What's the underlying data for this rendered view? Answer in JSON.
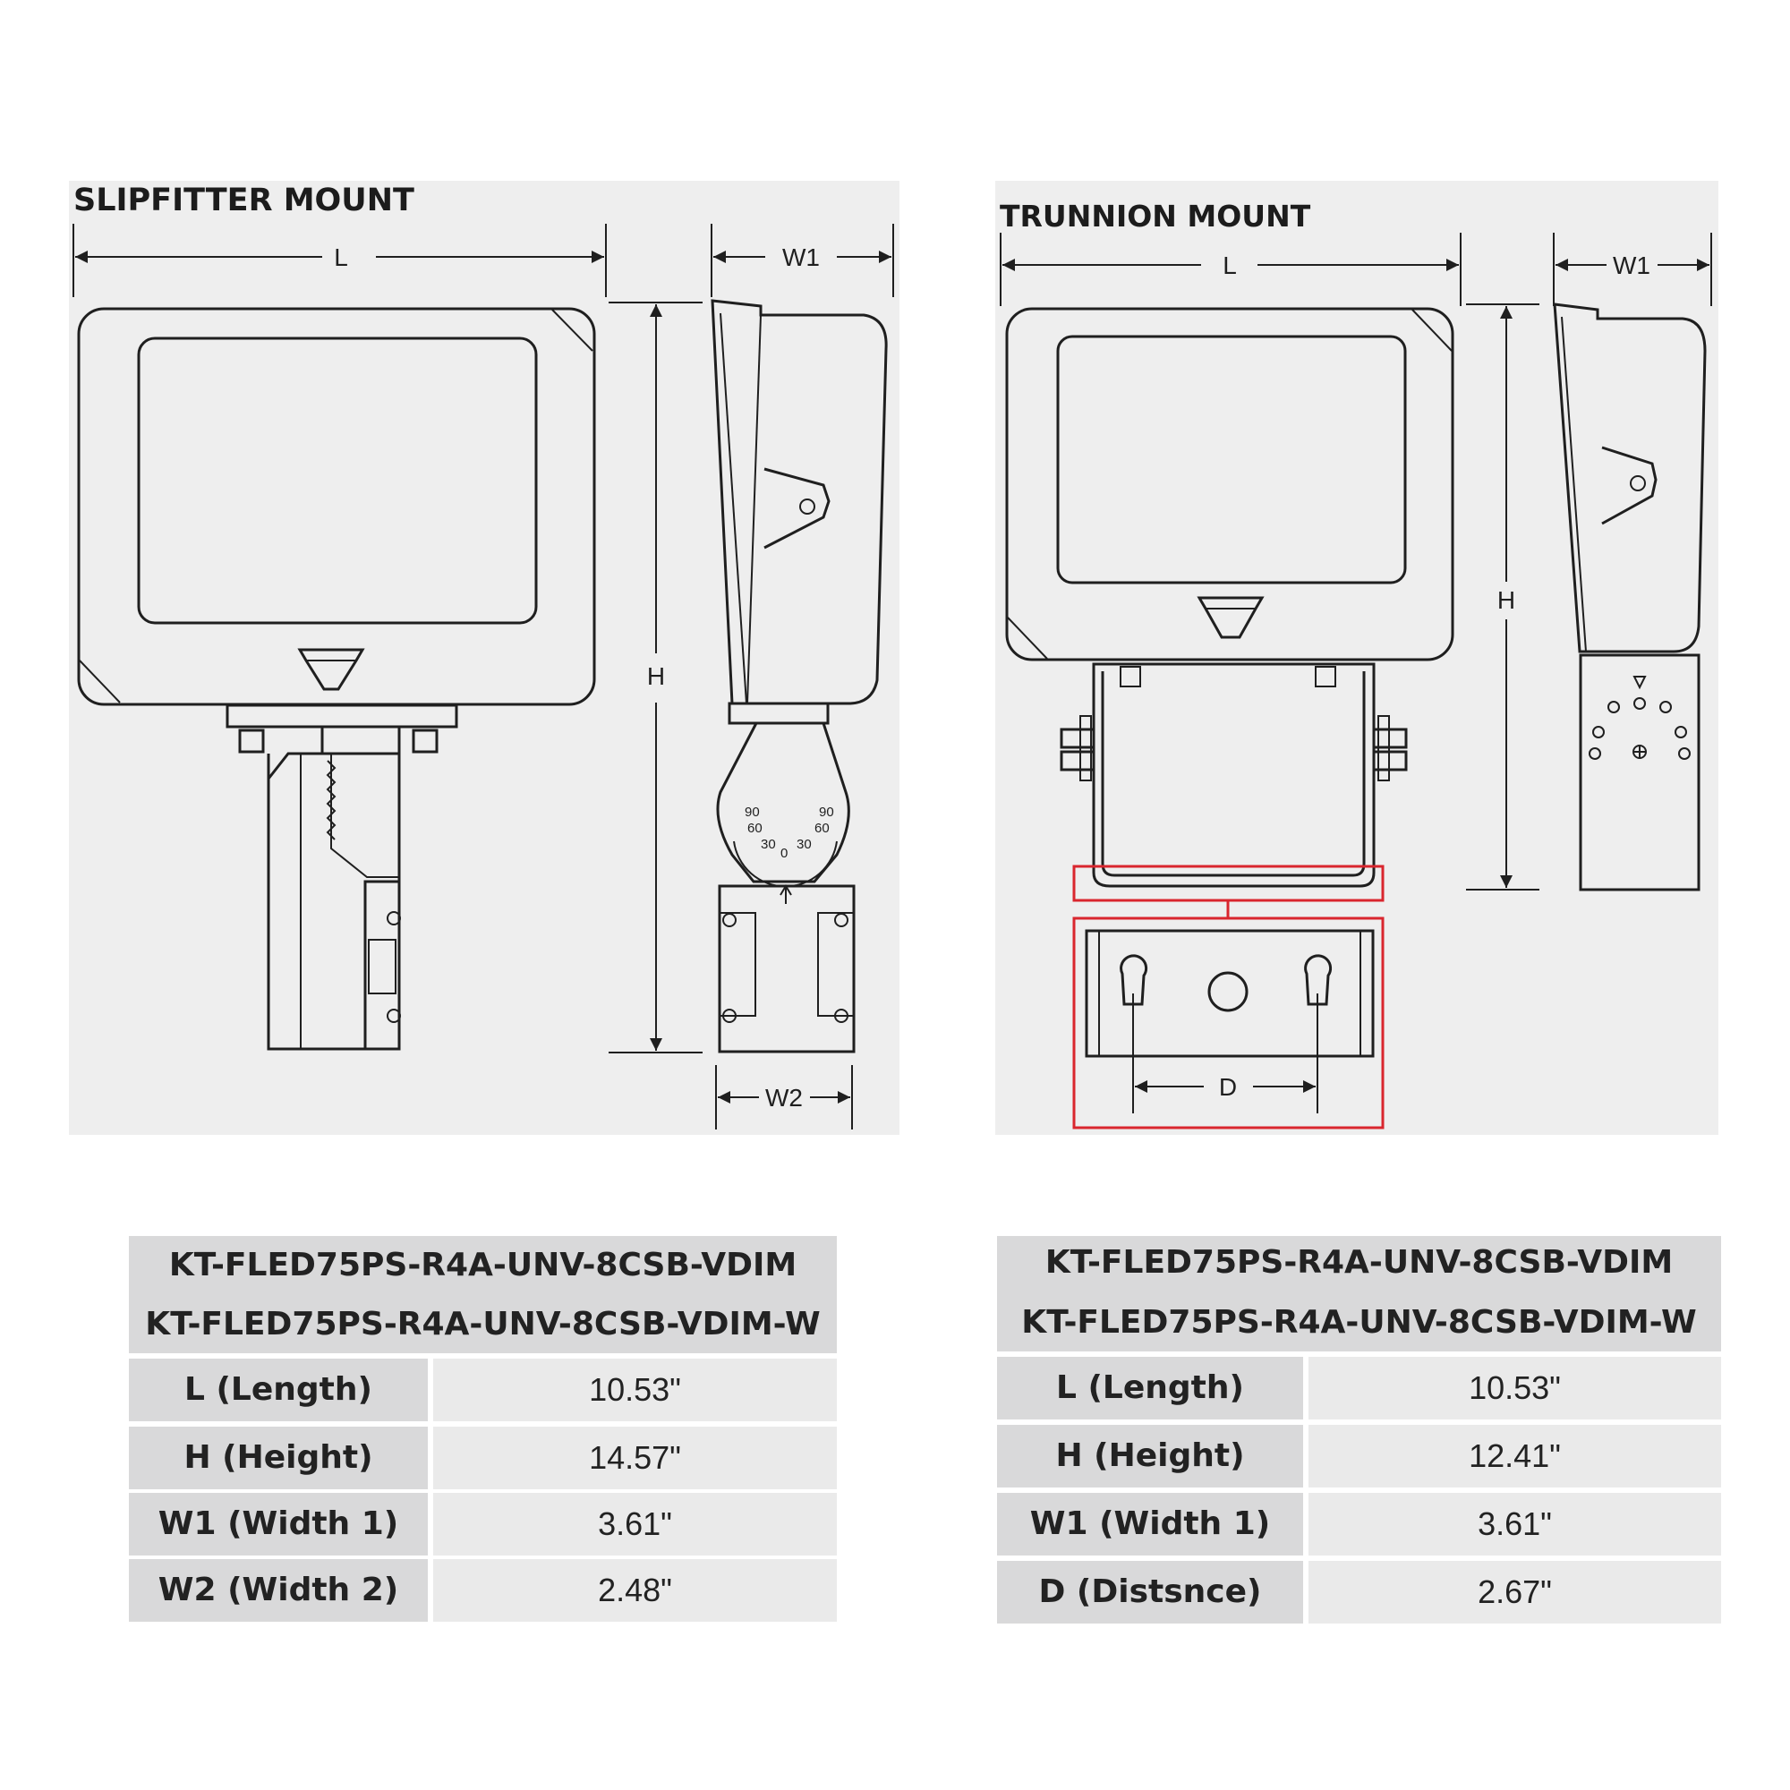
{
  "slipfitter": {
    "title": "SLIPFITTER MOUNT",
    "dims": {
      "l": "L",
      "w1": "W1",
      "h": "H",
      "w2": "W2"
    }
  },
  "trunnion": {
    "title": "TRUNNION MOUNT",
    "dims": {
      "l": "L",
      "w1": "W1",
      "h": "H",
      "d": "D"
    }
  },
  "tables": [
    {
      "header": [
        "KT-FLED75PS-R4A-UNV-8CSB-VDIM",
        "KT-FLED75PS-R4A-UNV-8CSB-VDIM-W"
      ],
      "rows": [
        {
          "label": "L (Length)",
          "value": "10.53\""
        },
        {
          "label": "H (Height)",
          "value": "14.57\""
        },
        {
          "label": "W1 (Width 1)",
          "value": "3.61\""
        },
        {
          "label": "W2 (Width 2)",
          "value": "2.48\""
        }
      ]
    },
    {
      "header": [
        "KT-FLED75PS-R4A-UNV-8CSB-VDIM",
        "KT-FLED75PS-R4A-UNV-8CSB-VDIM-W"
      ],
      "rows": [
        {
          "label": "L (Length)",
          "value": "10.53\""
        },
        {
          "label": "H (Height)",
          "value": "12.41\""
        },
        {
          "label": "W1 (Width 1)",
          "value": "3.61\""
        },
        {
          "label": "D (Distsnce)",
          "value": "2.67\""
        }
      ]
    }
  ],
  "colors": {
    "panel": "#eeeeee",
    "line": "#1f1f1f",
    "highlight": "#d9262e",
    "header": "#d9d9da",
    "cell": "#eaeaea"
  },
  "dial_marks": [
    "90",
    "60",
    "30",
    "0",
    "30",
    "60",
    "90"
  ]
}
